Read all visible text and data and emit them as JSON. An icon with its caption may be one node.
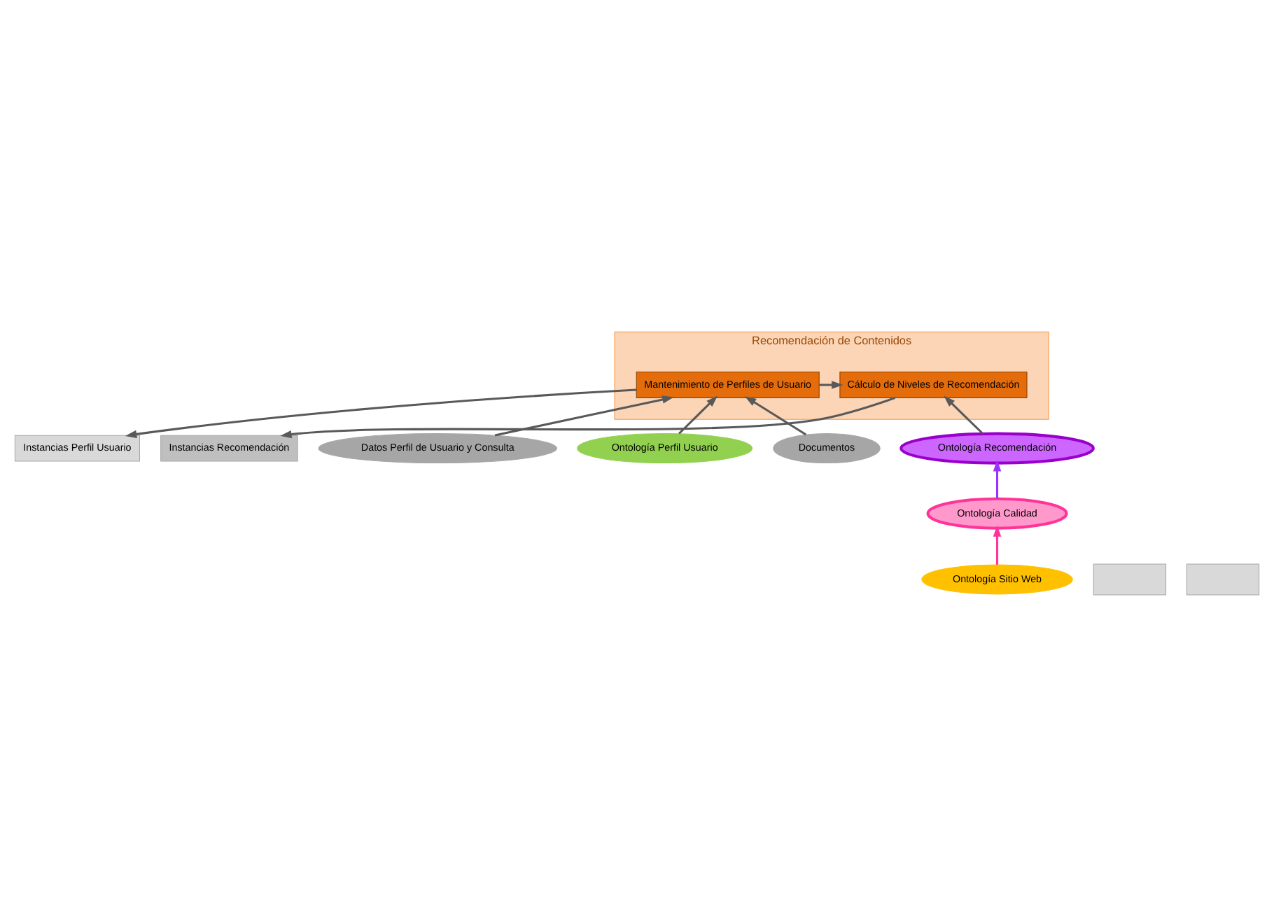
{
  "diagram": {
    "nodes": [
      {
        "text": [
          "Recomendación de Contenidos"
        ]
      },
      {
        "text": [
          "Mantenimiento de Perfiles de Usuario"
        ],
        "in": 0
      },
      {
        "text": [
          "Cálculo de Niveles de Recomendación"
        ],
        "in": 0
      },
      {
        "text": [
          "Datos Perfil de Usuario y Consulta"
        ]
      },
      {
        "text": [
          "Ontología Perfil Usuario"
        ]
      },
      {
        "text": [
          "Instancias Perfil Usuario"
        ]
      },
      {
        "text": [
          "Documentos"
        ]
      },
      {
        "text": [
          "Instancias Recomendación"
        ]
      },
      {
        "text": [
          "Ontología Recomendación"
        ]
      },
      {
        "text": [],
        "shape": "box"
      },
      {
        "text": [
          "Ontología Calidad"
        ]
      },
      {
        "text": [],
        "shape": "box"
      },
      {
        "text": [
          "Ontología Sitio Web"
        ]
      }
    ],
    "edges": [
      {
        "from": 3,
        "to": 1,
        "arrow": "to"
      },
      {
        "from": 6,
        "to": 1,
        "arrow": "to"
      },
      {
        "from": 4,
        "to": 1,
        "arrow": "to"
      },
      {
        "from": 1,
        "to": 5,
        "arrow": "to"
      },
      {
        "from": 1,
        "to": 2,
        "arrow": "to"
      },
      {
        "from": 2,
        "to": 7,
        "arrow": "to"
      },
      {
        "from": 8,
        "to": 2,
        "arrow": "to"
      },
      {
        "from": 10,
        "to": 8,
        "arrow": "to",
        "color": "#9933ff"
      },
      {
        "from": 12,
        "to": 10,
        "arrow": "to",
        "color": "#ff3399"
      }
    ]
  }
}
